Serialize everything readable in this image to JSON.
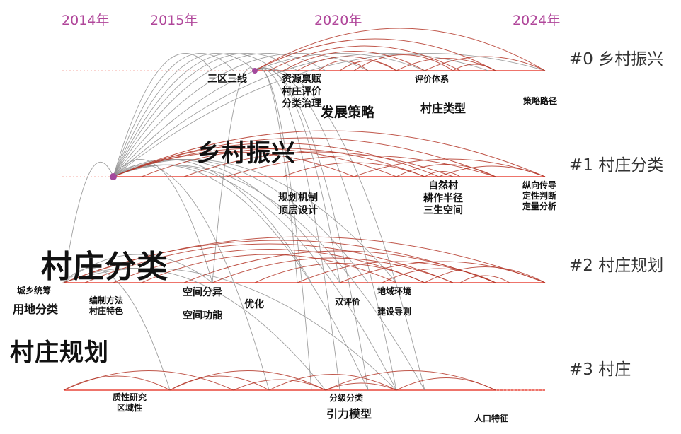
{
  "years": [
    "2014年",
    "2015年",
    "2020年",
    "2024年"
  ],
  "clusters": [
    "#0 乡村振兴",
    "#1 村庄分类",
    "#2 村庄规划",
    "#3 村庄"
  ],
  "keywords": {
    "sanqu": "三区三线",
    "ziyuan": [
      "资源禀赋",
      "村庄评价",
      "分类治理"
    ],
    "pingjia": "评价体系",
    "celue": "策略路径",
    "fazhan": "发展策略",
    "cunzhuang_leixing": "村庄类型",
    "xiangcun_zhenxing": "乡村振兴",
    "guihua_jizhi": [
      "规划机制",
      "顶层设计"
    ],
    "ziran": [
      "自然村",
      "耕作半径",
      "三生空间"
    ],
    "zongxiang": [
      "纵向传导",
      "定性判断",
      "定量分析"
    ],
    "cunzhuang_fenlei": "村庄分类",
    "chengxiang": "城乡统筹",
    "yongdi": "用地分类",
    "bianzhi": [
      "编制方法",
      "村庄特色"
    ],
    "kongjian_fenyi": "空间分异",
    "youhua": "优化",
    "kongjian_gongneng": "空间功能",
    "shuang": "双评价",
    "diyu": "地域环境",
    "jianshe": "建设导则",
    "cunzhuang_guihua": "村庄规划",
    "zhixing": [
      "质性研究",
      "区域性"
    ],
    "fenji": "分级分类",
    "yinli": "引力模型",
    "renkou": "人口特征"
  },
  "colors": {
    "year_label": "#b0469a",
    "cluster_line": "#e8473a",
    "arc_gray": "#8e8e8e",
    "arc_red": "#b53a2c",
    "node": "#a3489c"
  }
}
